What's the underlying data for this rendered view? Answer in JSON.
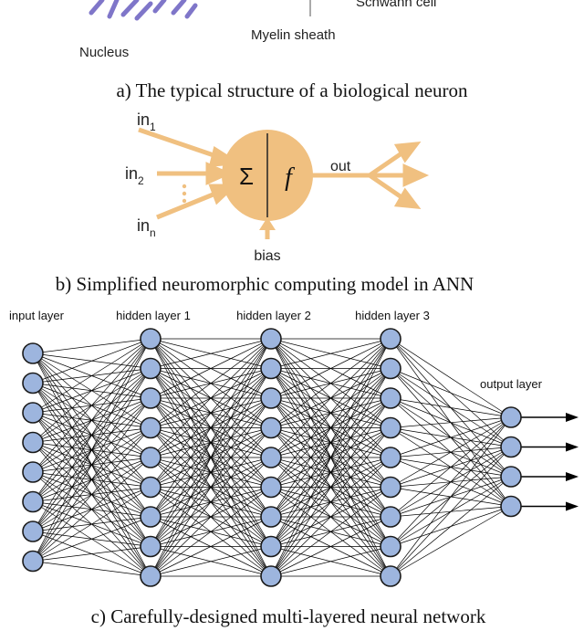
{
  "panel_a": {
    "labels": {
      "nucleus": "Nucleus",
      "myelin": "Myelin sheath",
      "schwann": "Schwann cell"
    },
    "caption": "a) The typical structure of a biological neuron"
  },
  "panel_b": {
    "inputs": [
      {
        "base": "in",
        "sub": "1"
      },
      {
        "base": "in",
        "sub": "2"
      },
      {
        "base": "in",
        "sub": "n"
      }
    ],
    "sum_symbol": "Σ",
    "func_symbol": "f",
    "out_label": "out",
    "bias_label": "bias",
    "caption": "b) Simplified neuromorphic computing model in ANN",
    "colors": {
      "accent": "#F0C080",
      "stroke": "#222222"
    }
  },
  "panel_c": {
    "layer_labels": [
      "input layer",
      "hidden layer 1",
      "hidden layer 2",
      "hidden layer 3",
      "output layer"
    ],
    "layer_sizes": [
      8,
      9,
      9,
      9,
      4
    ],
    "caption": "c) Carefully-designed multi-layered neural network",
    "colors": {
      "node_fill": "#9DB5DE",
      "node_stroke": "#1a1a1a",
      "edge": "#000000"
    }
  }
}
